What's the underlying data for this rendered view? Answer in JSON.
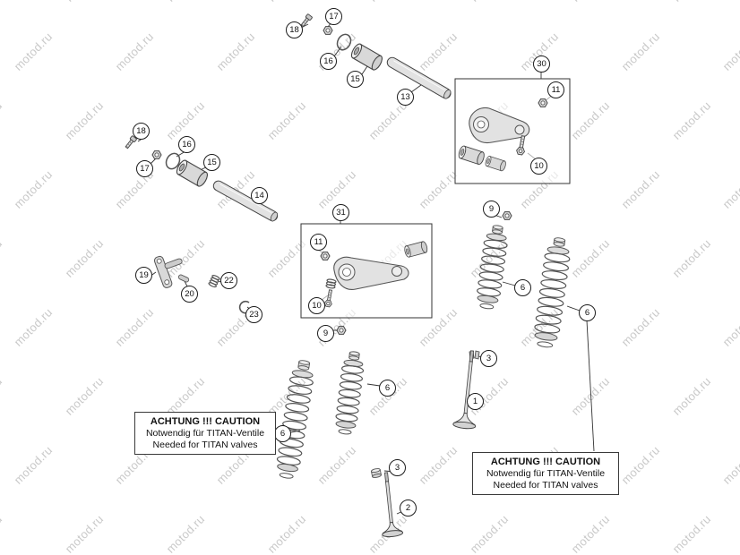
{
  "watermark": {
    "text": "motod.ru"
  },
  "callouts": [
    "18",
    "17",
    "16",
    "15",
    "13",
    "30",
    "11",
    "10",
    "18",
    "16",
    "17",
    "15",
    "14",
    "31",
    "11",
    "9",
    "22",
    "19",
    "20",
    "10",
    "23",
    "9",
    "6",
    "6",
    "3",
    "1",
    "6",
    "6",
    "3",
    "2"
  ],
  "caution_left": {
    "title": "ACHTUNG !!! CAUTION",
    "line1": "Notwendig für TITAN-Ventile",
    "line2": "Needed for TITAN valves"
  },
  "caution_right": {
    "title": "ACHTUNG !!! CAUTION",
    "line1": "Notwendig für TITAN-Ventile",
    "line2": "Needed for TITAN valves"
  }
}
